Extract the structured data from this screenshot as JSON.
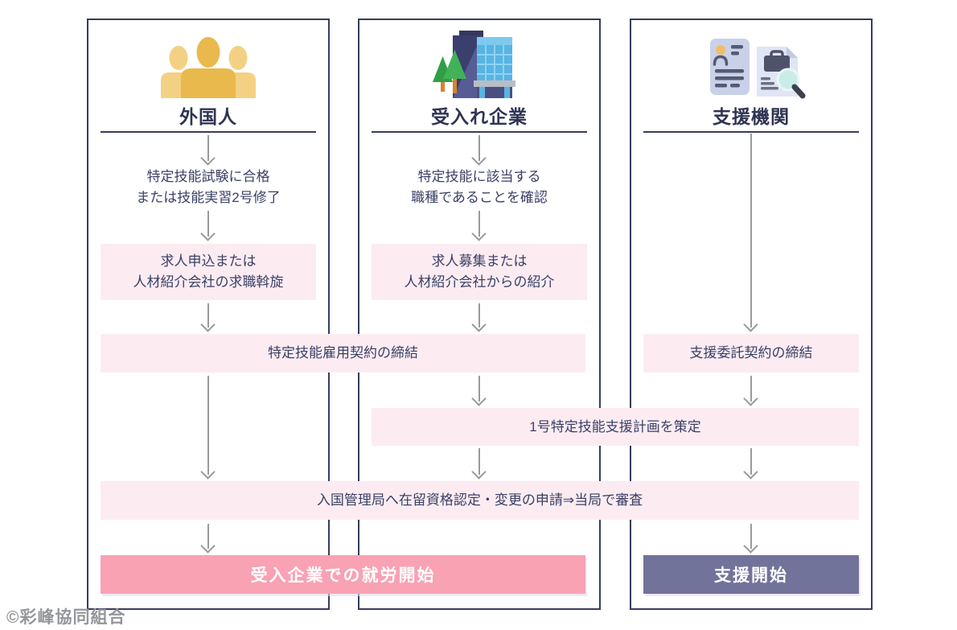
{
  "watermark": "©彩峰協同組合",
  "colors": {
    "border_navy": "#373d5d",
    "title_navy": "#2f3453",
    "body_navy": "#3a4166",
    "light_pink": "#fcecf2",
    "accent_pink": "#f8a2b4",
    "accent_purple": "#71739a",
    "arrow_gray": "#9a9a9a",
    "icon_gold": "#eab94d",
    "icon_gold_light": "#f3d184"
  },
  "columns": [
    {
      "id": "foreigner",
      "title": "外国人",
      "icon": "people-icon",
      "step_lines": [
        "特定技能試験に合格",
        "または技能実習2号修了"
      ],
      "box_lines": [
        "求人申込または",
        "人材紹介会社の求職斡旋"
      ]
    },
    {
      "id": "company",
      "title": "受入れ企業",
      "icon": "building-icon",
      "step_lines": [
        "特定技能に該当する",
        "職種であることを確認"
      ],
      "box_lines": [
        "求人募集または",
        "人材紹介会社からの紹介"
      ]
    },
    {
      "id": "support",
      "title": "支援機関",
      "icon": "documents-icon",
      "box1": "支援委託契約の締結"
    }
  ],
  "wide_boxes": {
    "employment_contract": "特定技能雇用契約の締結",
    "support_plan": "1号特定技能支援計画を策定",
    "immigration_review": "入国管理局へ在留資格認定・変更の申請⇒当局で審査"
  },
  "final_boxes": {
    "work_start": "受入企業での就労開始",
    "support_start": "支援開始"
  }
}
